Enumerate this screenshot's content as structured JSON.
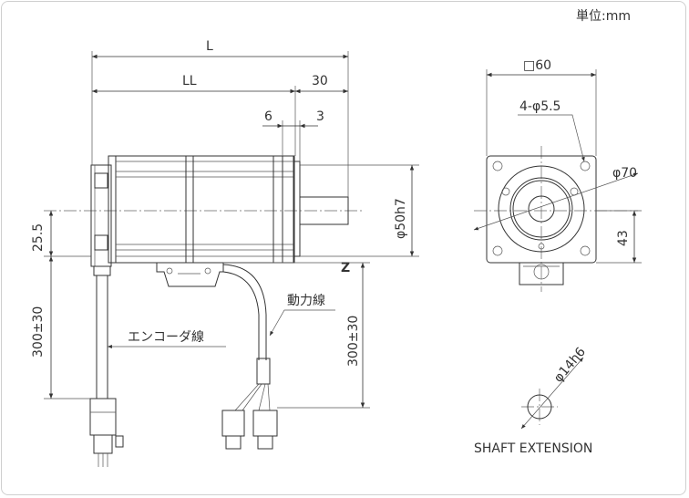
{
  "unit_label": "単位:mm",
  "side_view": {
    "dim_L": "L",
    "dim_LL": "LL",
    "dim_30": "30",
    "dim_6": "6",
    "dim_3": "3",
    "dim_shaft_dia": "φ50h7",
    "dim_25_5": "25.5",
    "dim_cable_left": "300±30",
    "dim_cable_right": "300±30",
    "label_z": "Z",
    "label_power": "動力線",
    "label_encoder": "エンコーダ線"
  },
  "front_view": {
    "dim_square": "□60",
    "dim_holes": "4-φ5.5",
    "dim_pcd": "φ70",
    "dim_43": "43"
  },
  "shaft_view": {
    "dim_shaft": "φ14h6",
    "caption": "SHAFT EXTENSION"
  }
}
